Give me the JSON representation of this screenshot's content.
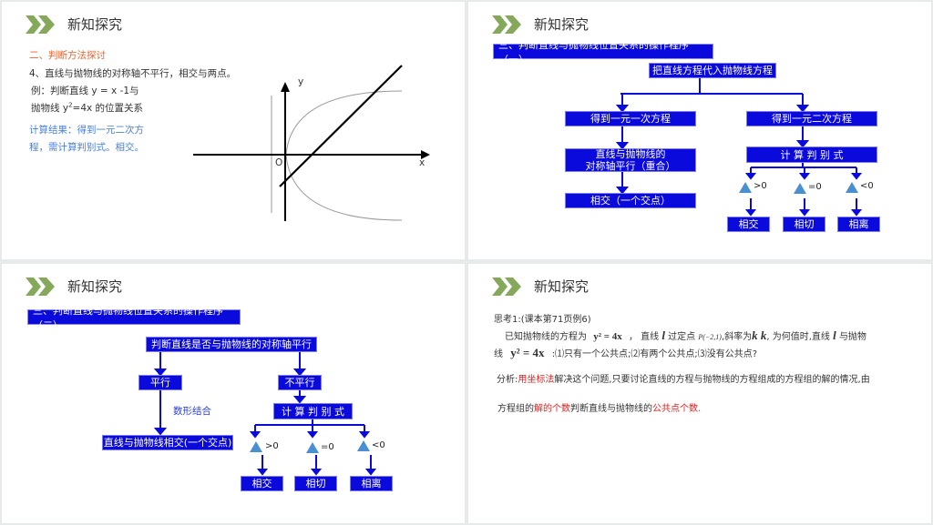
{
  "header_title": "新知探究",
  "colors": {
    "box": "#0a0adc",
    "accent_orange": "#e8602c",
    "accent_blue": "#4a7fd8",
    "chevron": "#86a85a"
  },
  "slide1": {
    "section": "二、判断方法探讨",
    "line1": "4、直线与抛物线的对称轴不平行，相交与两点。",
    "line2": "例：判断直线 y = x -1与",
    "line3_pre": "抛物线 y",
    "line3_sup": "2",
    "line3_post": "=4x 的位置关系",
    "result1": "计算结果：得到一元二次方",
    "result2": "程，需计算判别式。相交。",
    "graph": {
      "x_label": "x",
      "y_label": "y",
      "origin_label": "O"
    }
  },
  "slide2": {
    "title": "三、判断直线与抛物线位置关系的操作程序（一）",
    "root": "把直线方程代入抛物线方程",
    "left1": "得到一元一次方程",
    "left2a": "直线与抛物线的",
    "left2b": "对称轴平行（重合）",
    "left3": "相交（一个交点）",
    "right1": "得到一元二次方程",
    "right2": "计 算 判 别 式",
    "cond": [
      ">0",
      "=0",
      "<0"
    ],
    "results": [
      "相交",
      "相切",
      "相离"
    ]
  },
  "slide3": {
    "title": "三、判断直线与抛物线位置关系的操作程序（二）",
    "root": "判断直线是否与抛物线的对称轴平行",
    "left1": "平行",
    "note": "数形结合",
    "left2": "直线与抛物线相交(一个交点)",
    "right1": "不平行",
    "right2": "计 算 判 别 式",
    "cond": [
      ">0",
      "=0",
      "<0"
    ],
    "results": [
      "相交",
      "相切",
      "相离"
    ]
  },
  "slide4": {
    "think": "思考1:(课本第71页例6)",
    "p1a": "已知抛物线的方程为",
    "eq1": "y² = 4x",
    "p1b": "， 直线",
    "l": "l",
    "p1c": "过定点",
    "point": "P(−2,1)",
    "p1d": ",斜率为",
    "k": "k k",
    "p1e": ", 为何值时,直线",
    "p1f": "与抛物",
    "p2a": "线",
    "eq2": "y² = 4x",
    "p2b": ":⑴只有一个公共点;⑵有两个公共点;⑶没有公共点?",
    "a1": "分析:",
    "a2": "用坐标法",
    "a3": "解决这个问题,只要讨论直线的方程与抛物线的方程组成的方程组的解的情况,由",
    "b1": "方程组的",
    "b2": "解的个数",
    "b3": "判断直线与抛物线的",
    "b4": "公共点个数."
  }
}
